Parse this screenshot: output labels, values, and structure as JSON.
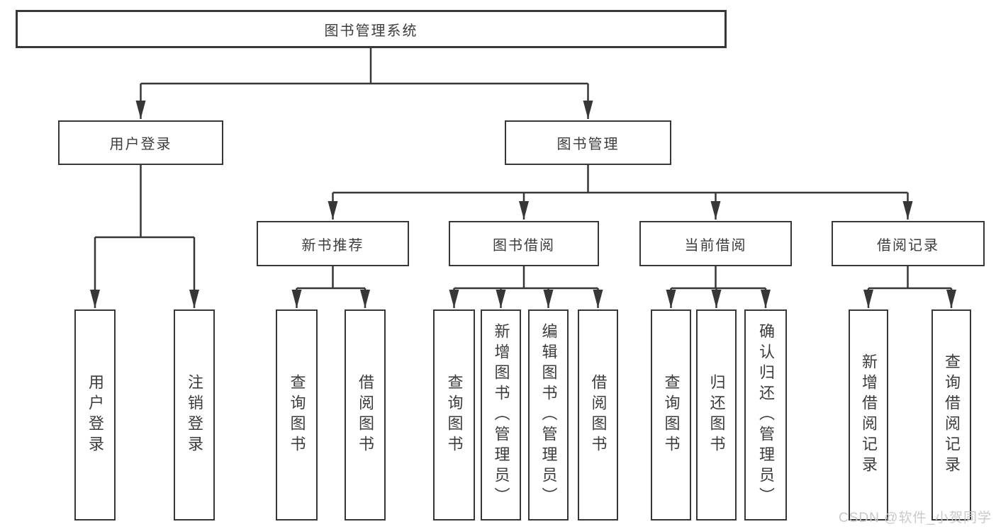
{
  "diagram": {
    "type": "hierarchy",
    "colors": {
      "line": "#373737",
      "box_border": "#373737",
      "text": "#3c3c3c",
      "background": "#ffffff",
      "watermark": "#c9c9c9"
    },
    "root": {
      "label": "图书管理系统"
    },
    "level2": [
      {
        "label": "用户登录"
      },
      {
        "label": "图书管理"
      }
    ],
    "level3": [
      {
        "label": "新书推荐"
      },
      {
        "label": "图书借阅"
      },
      {
        "label": "当前借阅"
      },
      {
        "label": "借阅记录"
      }
    ],
    "leaves": {
      "login": [
        "用户登录",
        "注销登录"
      ],
      "recommend": [
        "查询图书",
        "借阅图书"
      ],
      "borrow": [
        "查询图书",
        "新增图书（管理员）",
        "编辑图书（管理员）",
        "借阅图书"
      ],
      "current": [
        "查询图书",
        "归还图书",
        "确认归还（管理员）"
      ],
      "records": [
        "新增借阅记录",
        "查询借阅记录"
      ]
    },
    "watermark": "CSDN @软件_小贺同学"
  }
}
